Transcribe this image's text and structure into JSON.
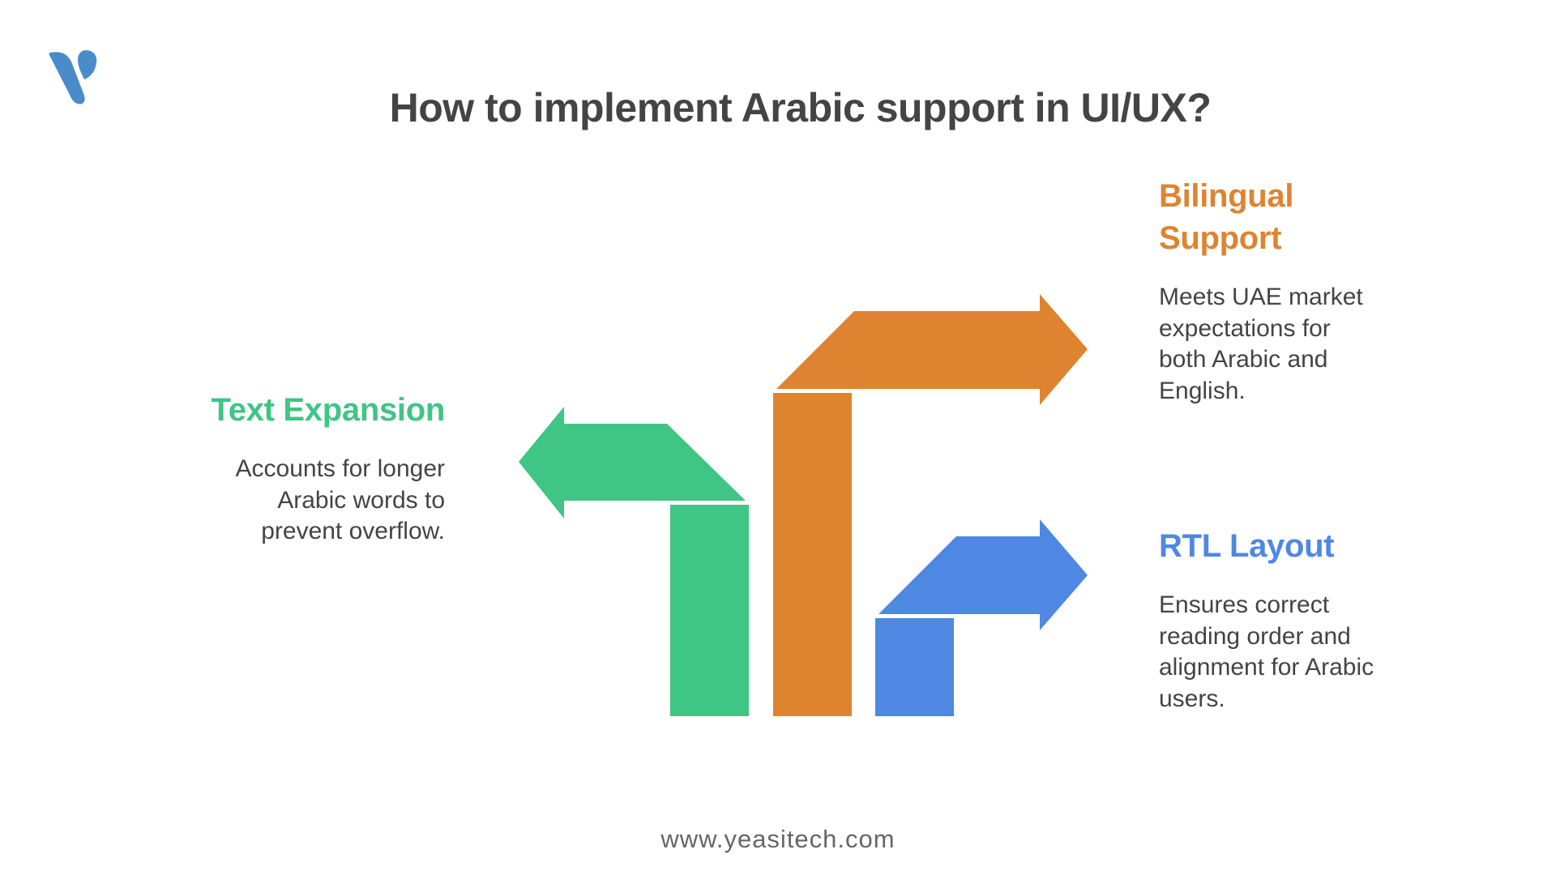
{
  "title": "How to implement Arabic support in UI/UX?",
  "logo": {
    "icon": "brand-v-logo-icon",
    "color": "#4A8CC9"
  },
  "colors": {
    "green": "#3FC584",
    "orange": "#DE8431",
    "blue": "#4E88E3",
    "text": "#444444",
    "footer": "#666666"
  },
  "items": [
    {
      "id": "text-expansion",
      "heading": "Text Expansion",
      "description_lines": [
        "Accounts for longer",
        "Arabic words to",
        "prevent overflow."
      ],
      "color": "#3FC584",
      "arrow_direction": "left"
    },
    {
      "id": "bilingual-support",
      "heading_lines": [
        "Bilingual",
        "Support"
      ],
      "description_lines": [
        "Meets UAE market",
        "expectations for",
        "both Arabic and",
        "English."
      ],
      "color": "#DE8431",
      "arrow_direction": "right"
    },
    {
      "id": "rtl-layout",
      "heading": "RTL Layout",
      "description_lines": [
        "Ensures correct",
        "reading order and",
        "alignment for Arabic",
        "users."
      ],
      "color": "#4E88E3",
      "arrow_direction": "right"
    }
  ],
  "footer": {
    "url": "www.yeasitech.com"
  }
}
